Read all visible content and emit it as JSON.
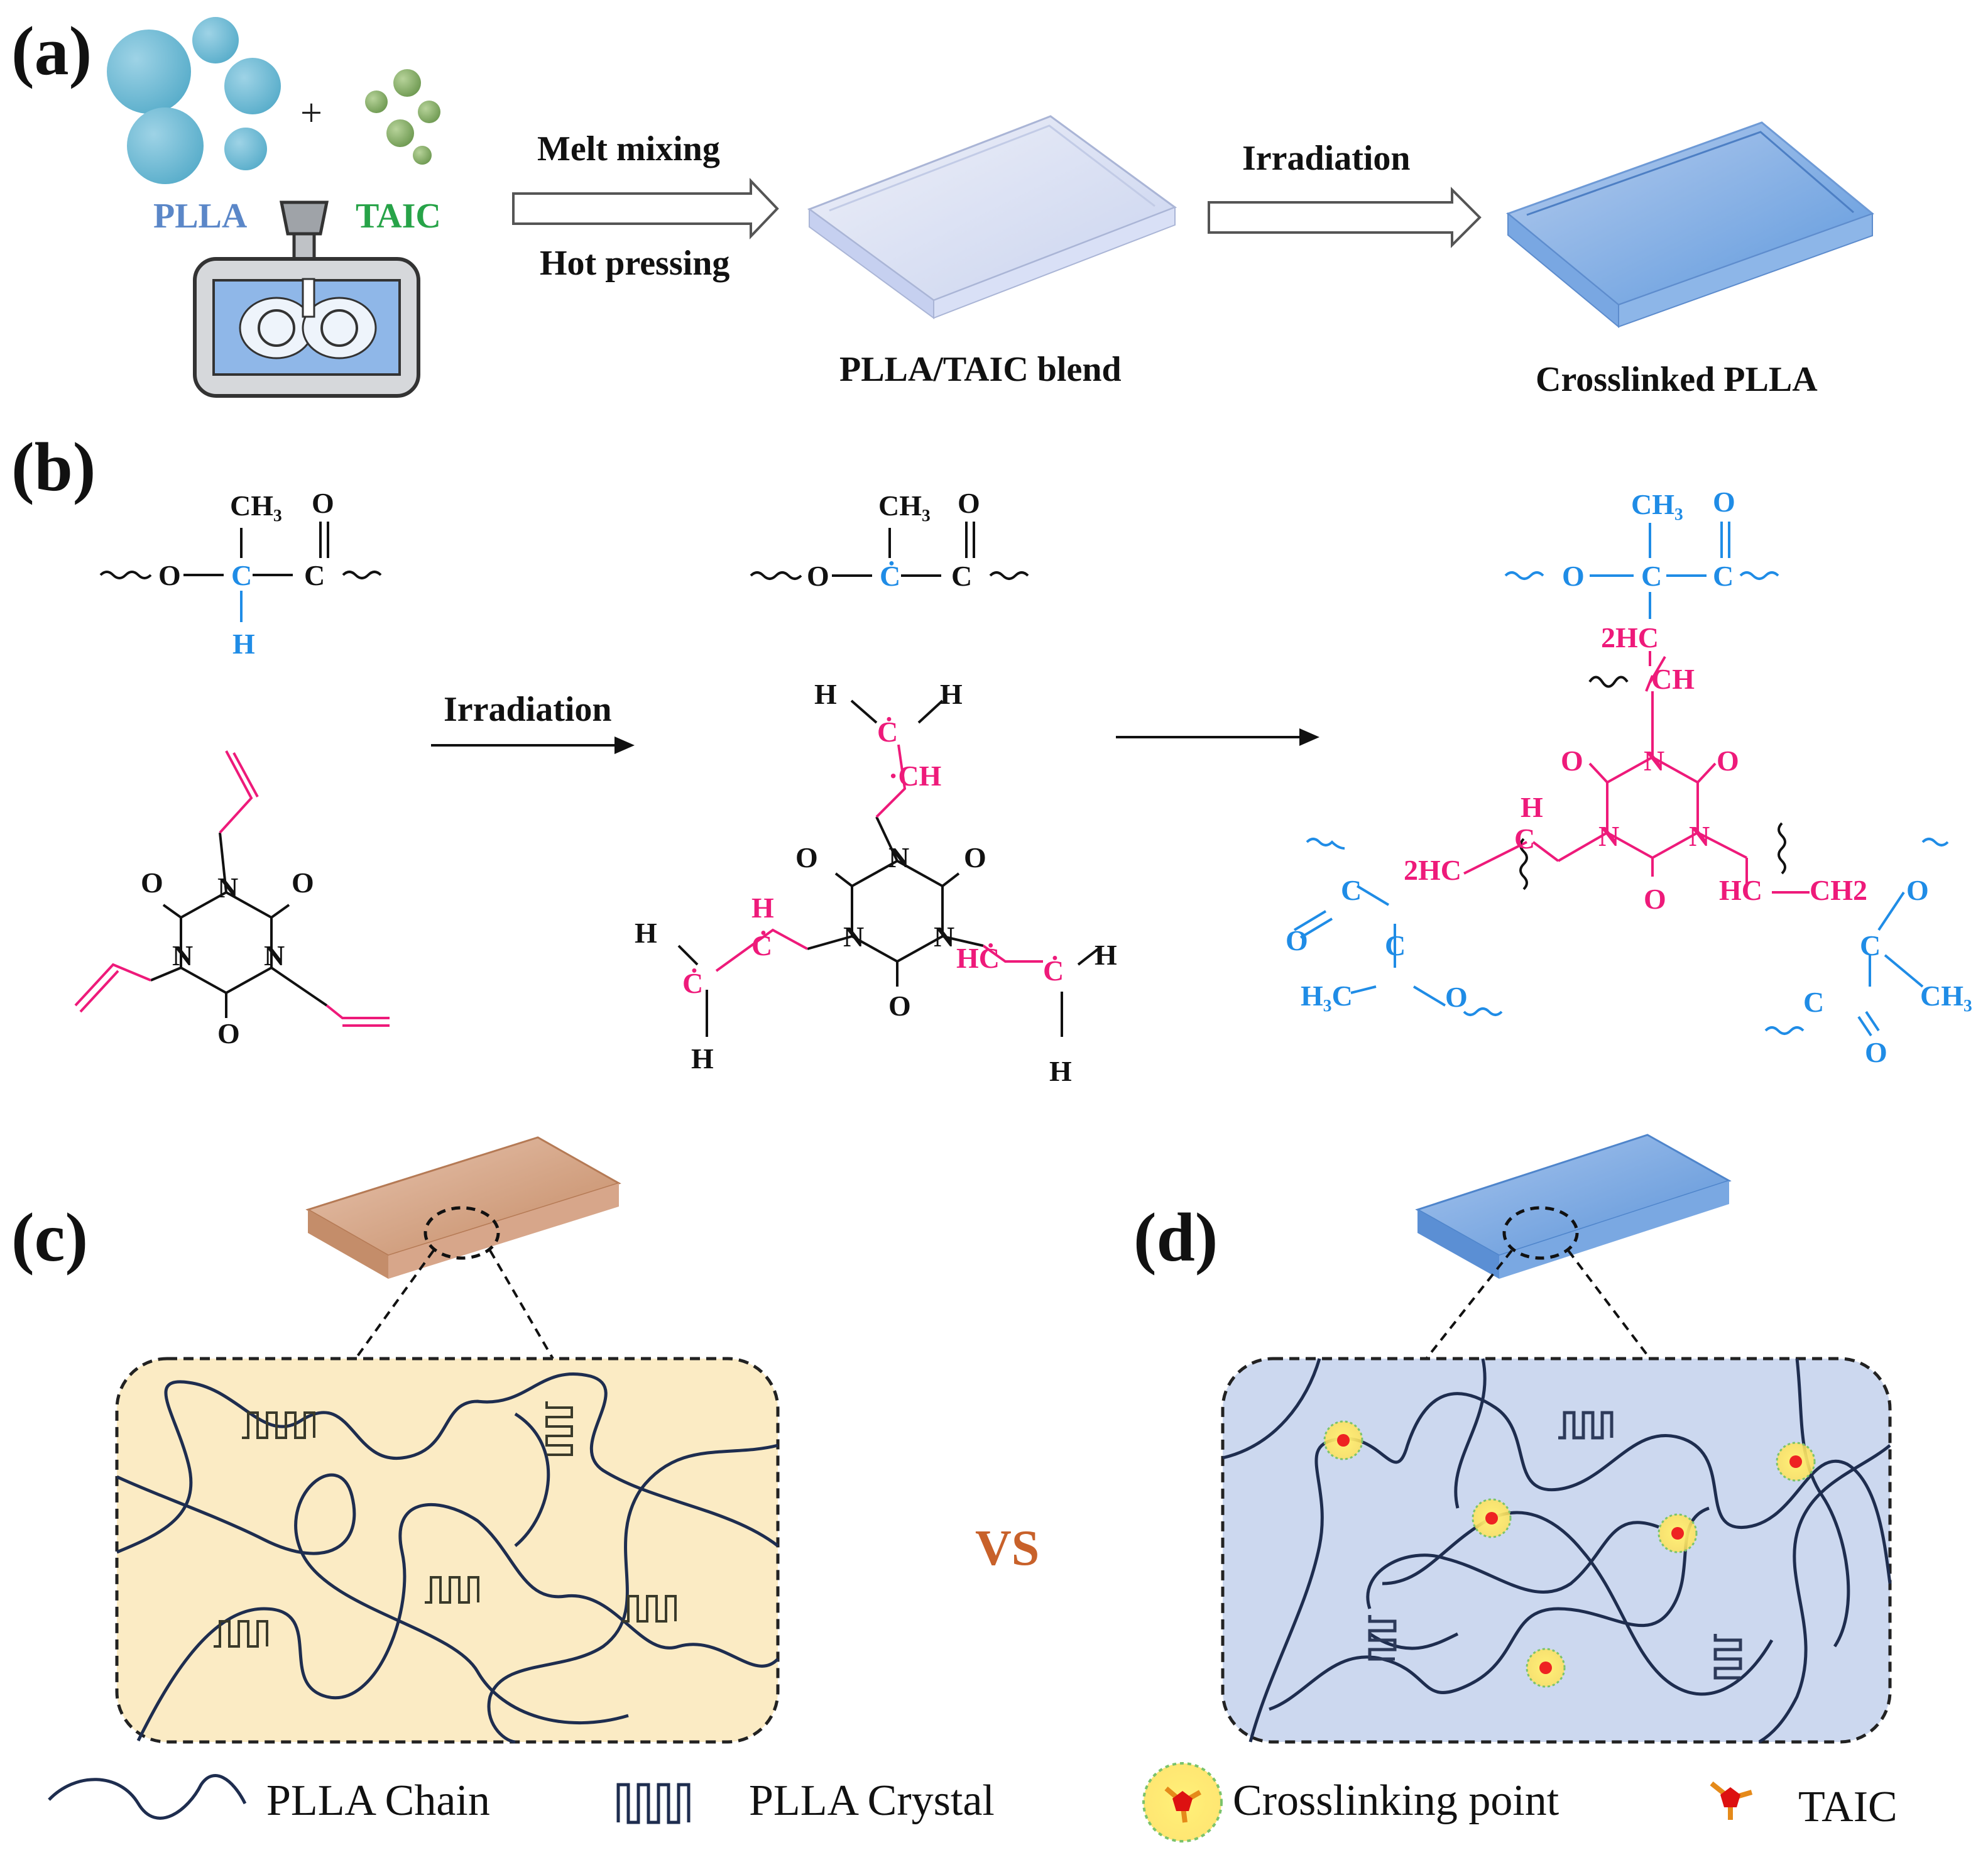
{
  "panels": {
    "a": {
      "label": "(a)",
      "plla": "PLLA",
      "plus": "+",
      "taic": "TAIC",
      "step1_top": "Melt mixing",
      "step1_bottom": "Hot pressing",
      "step2_top": "Irradiation",
      "blend": "PLLA/TAIC  blend",
      "crosslinked": "Crosslinked  PLLA"
    },
    "b": {
      "label": "(b)",
      "arrow_label": "Irradiation"
    },
    "c": {
      "label": "(c)"
    },
    "d": {
      "label": "(d)"
    }
  },
  "vs": "VS",
  "legend": {
    "chain": "PLLA Chain",
    "crystal": "PLLA Crystal",
    "crosslink": "Crosslinking point",
    "taic": "TAIC"
  },
  "chem": {
    "ch3": "CH₃",
    "h3c": "H₃C",
    "o": "O",
    "n": "N",
    "c": "C",
    "h": "H",
    "ch": "CH",
    "hc": "HC",
    "hc2": "2HC",
    "ch2": "CH2",
    "radical_c": "Ċ",
    "radical_ch": "·CH",
    "radical_hc": "HĊ",
    "wavy": "~~~"
  },
  "colors": {
    "plla_blue": "#5b87c8",
    "taic_green": "#27a348",
    "pink": "#ee1a7a",
    "cyan": "#1f8ce6",
    "chain": "#1e2d4f",
    "vs": "#c8612a"
  }
}
